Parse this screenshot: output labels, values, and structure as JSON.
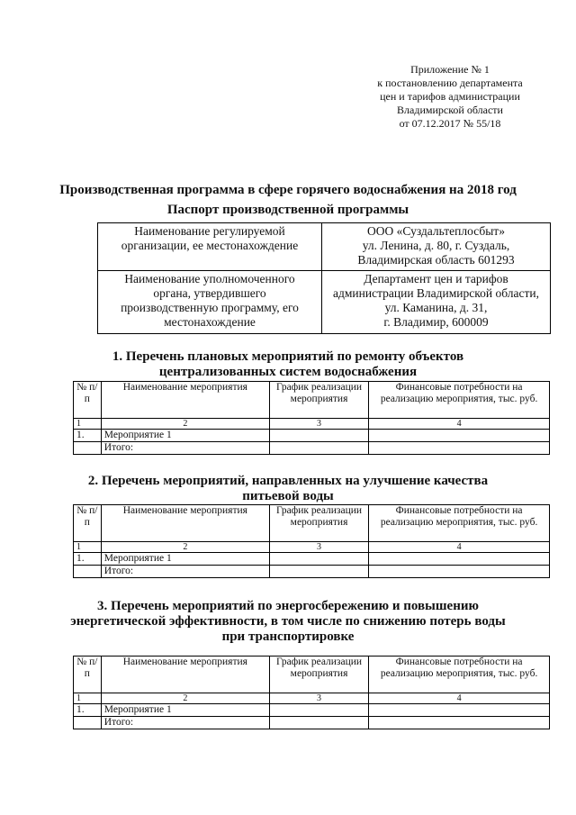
{
  "appendix": {
    "lines": [
      "Приложение № 1",
      "к постановлению департамента",
      "цен и тарифов администрации",
      "Владимирской области",
      "от 07.12.2017 № 55/18"
    ]
  },
  "title": "Производственная программа в сфере горячего водоснабжения на 2018 год",
  "passport_title": "Паспорт производственной программы",
  "passport": {
    "rows": [
      {
        "label_lines": [
          "Наименование регулируемой",
          "организации, ее местонахождение"
        ],
        "value_lines": [
          "ООО «Суздальтеплосбыт»",
          "ул. Ленина, д. 80, г. Суздаль,",
          "Владимирская область 601293"
        ]
      },
      {
        "label_lines": [
          "Наименование уполномоченного",
          "органа, утвердившего",
          "производственную программу, его",
          "местонахождение"
        ],
        "value_lines": [
          "Департамент цен и тарифов",
          "администрации Владимирской области,",
          "ул. Каманина, д. 31,",
          "г. Владимир, 600009"
        ]
      }
    ]
  },
  "sections": [
    {
      "title_lines": [
        "1. Перечень плановых мероприятий по ремонту объектов",
        "централизованных систем водоснабжения"
      ],
      "headers": [
        "№ п/п",
        "Наименование мероприятия",
        "График реализации мероприятия",
        "Финансовые потребности на реализацию мероприятия, тыс. руб."
      ],
      "col_numbers": [
        "1",
        "2",
        "3",
        "4"
      ],
      "rows": [
        [
          "1.",
          "Мероприятие 1",
          "",
          ""
        ],
        [
          "",
          "Итого:",
          "",
          ""
        ]
      ]
    },
    {
      "title_lines": [
        "2. Перечень мероприятий, направленных на улучшение качества",
        "питьевой воды"
      ],
      "headers": [
        "№ п/п",
        "Наименование мероприятия",
        "График реализации мероприятия",
        "Финансовые потребности на реализацию мероприятия, тыс. руб."
      ],
      "col_numbers": [
        "1",
        "2",
        "3",
        "4"
      ],
      "rows": [
        [
          "1.",
          "Мероприятие 1",
          "",
          ""
        ],
        [
          "",
          "Итого:",
          "",
          ""
        ]
      ]
    },
    {
      "title_lines": [
        "3. Перечень мероприятий по энергосбережению и повышению",
        "энергетической эффективности, в том числе по снижению потерь воды",
        "при транспортировке"
      ],
      "headers": [
        "№ п/п",
        "Наименование мероприятия",
        "График реализации мероприятия",
        "Финансовые потребности на реализацию мероприятия, тыс. руб."
      ],
      "col_numbers": [
        "1",
        "2",
        "3",
        "4"
      ],
      "rows": [
        [
          "1.",
          "Мероприятие 1",
          "",
          ""
        ],
        [
          "",
          "Итого:",
          "",
          ""
        ]
      ]
    }
  ]
}
